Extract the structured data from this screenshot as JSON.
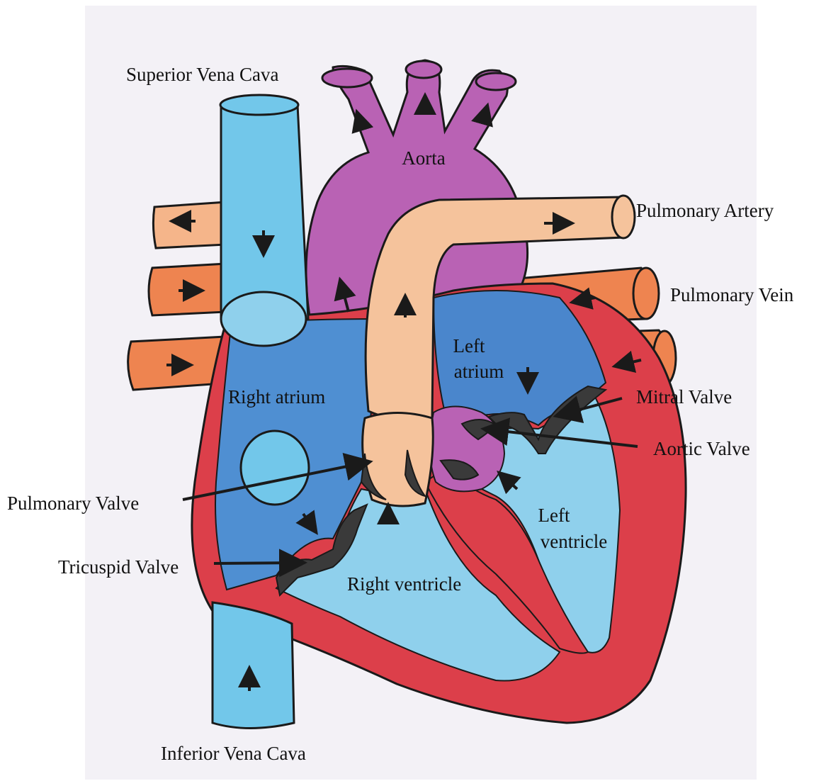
{
  "diagram": {
    "labels": {
      "superior_vena_cava": "Superior Vena Cava",
      "aorta": "Aorta",
      "pulmonary_artery": "Pulmonary Artery",
      "pulmonary_vein": "Pulmonary Vein",
      "left_atrium_1": "Left",
      "left_atrium_2": "atrium",
      "right_atrium": "Right atrium",
      "mitral_valve": "Mitral Valve",
      "aortic_valve": "Aortic Valve",
      "pulmonary_valve": "Pulmonary Valve",
      "left_ventricle_1": "Left",
      "left_ventricle_2": "ventricle",
      "tricuspid_valve": "Tricuspid Valve",
      "right_ventricle": "Right ventricle",
      "inferior_vena_cava": "Inferior Vena Cava"
    },
    "colors": {
      "paper": "#f3f1f6",
      "outline": "#1a1a1a",
      "heart_wall": "#dc3f4a",
      "deoxygenated_vessel": "#72c7ea",
      "right_atrium": "#4f8fd2",
      "ventricle_light": "#8fd0ec",
      "left_atrium": "#4a86cc",
      "aorta": "#b962b4",
      "pulmonary_artery": "#f5c39c",
      "pulmonary_vein": "#ee8450",
      "valve": "#3a3a3a"
    }
  }
}
